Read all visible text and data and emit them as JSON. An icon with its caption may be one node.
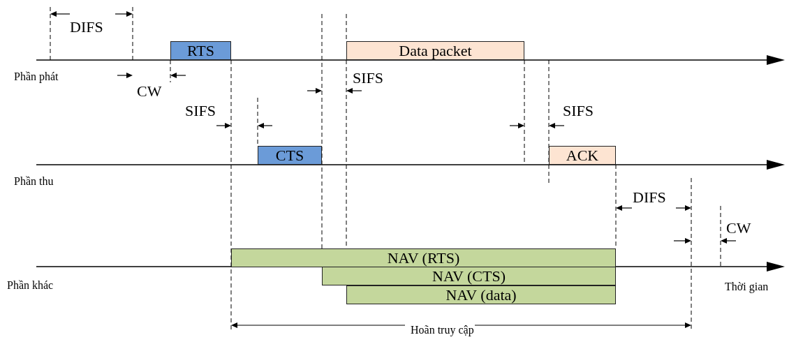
{
  "diagram": {
    "nodes": [
      {
        "text": [
          "RTS"
        ]
      },
      {
        "text": [
          "Data packet"
        ]
      },
      {
        "text": [
          "CTS"
        ]
      },
      {
        "text": [
          "ACK"
        ]
      },
      {
        "text": [
          "NAV (RTS)"
        ]
      },
      {
        "text": [
          "NAV (CTS)"
        ]
      },
      {
        "text": [
          "NAV (data)"
        ]
      }
    ],
    "labels": [
      "DIFS",
      "Phần phát",
      "SIFS",
      "CW",
      "SIFS",
      "SIFS",
      "Phần thu",
      "DIFS",
      "CW",
      "Phần khác",
      "Thời gian",
      "Hoãn truy cập"
    ]
  }
}
